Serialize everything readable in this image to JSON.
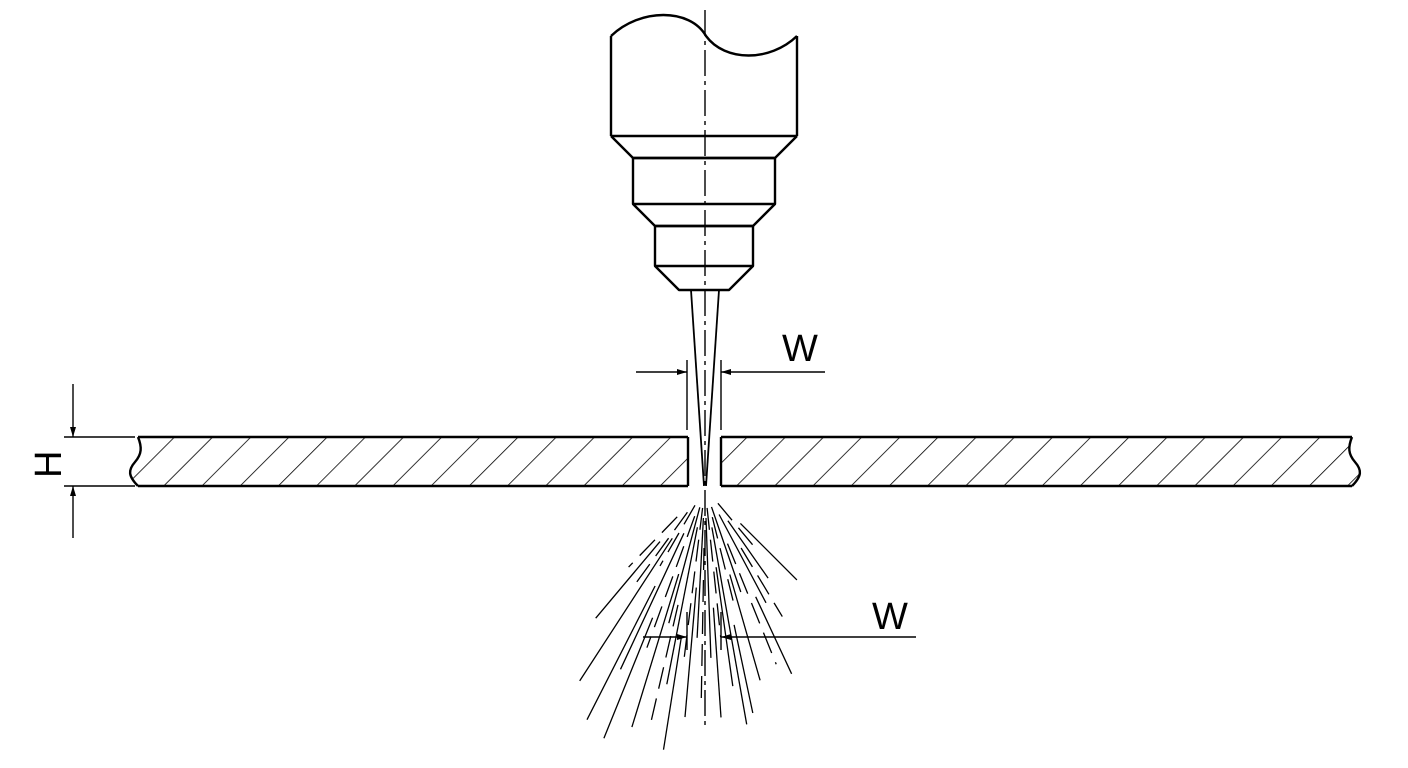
{
  "labels": {
    "kerf_width_top": "W",
    "kerf_width_bottom": "W",
    "thickness": "H"
  },
  "colors": {
    "line": "#000000",
    "background": "#ffffff"
  },
  "icons": {
    "nozzle": "cutting-nozzle",
    "workpiece": "hatched-plate",
    "sparks": "spark-spray"
  }
}
